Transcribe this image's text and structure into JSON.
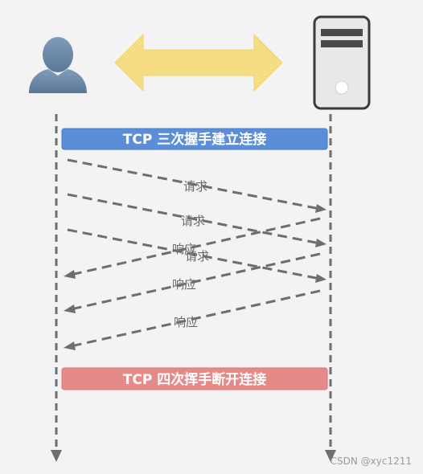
{
  "diagram": {
    "icons": {
      "client": "user-icon",
      "server": "server-icon",
      "connection": "double-arrow-icon"
    },
    "colors": {
      "background": "#f3f3f4",
      "lifeline": "#6e6e6e",
      "handshake_bar": "#5b8ed8",
      "handshake_bar_border": "#4a7cc6",
      "teardown_bar": "#e58a8a",
      "teardown_bar_border": "#d67676",
      "double_arrow": "#f6dd84",
      "user_icon": "#6c88a8",
      "server_body": "#e8e8ea",
      "server_border": "#3a3a3a",
      "message_arrow": "#6e6e6e"
    },
    "handshake_label": "TCP 三次握手建立连接",
    "teardown_label": "TCP 四次挥手断开连接",
    "messages": [
      {
        "label": "请求",
        "direction": "client-to-server"
      },
      {
        "label": "请求",
        "direction": "client-to-server"
      },
      {
        "label": "请求",
        "direction": "client-to-server"
      },
      {
        "label": "响应",
        "direction": "server-to-client"
      },
      {
        "label": "响应",
        "direction": "server-to-client"
      },
      {
        "label": "响应",
        "direction": "server-to-client"
      }
    ],
    "watermark": "CSDN @xyc1211"
  }
}
